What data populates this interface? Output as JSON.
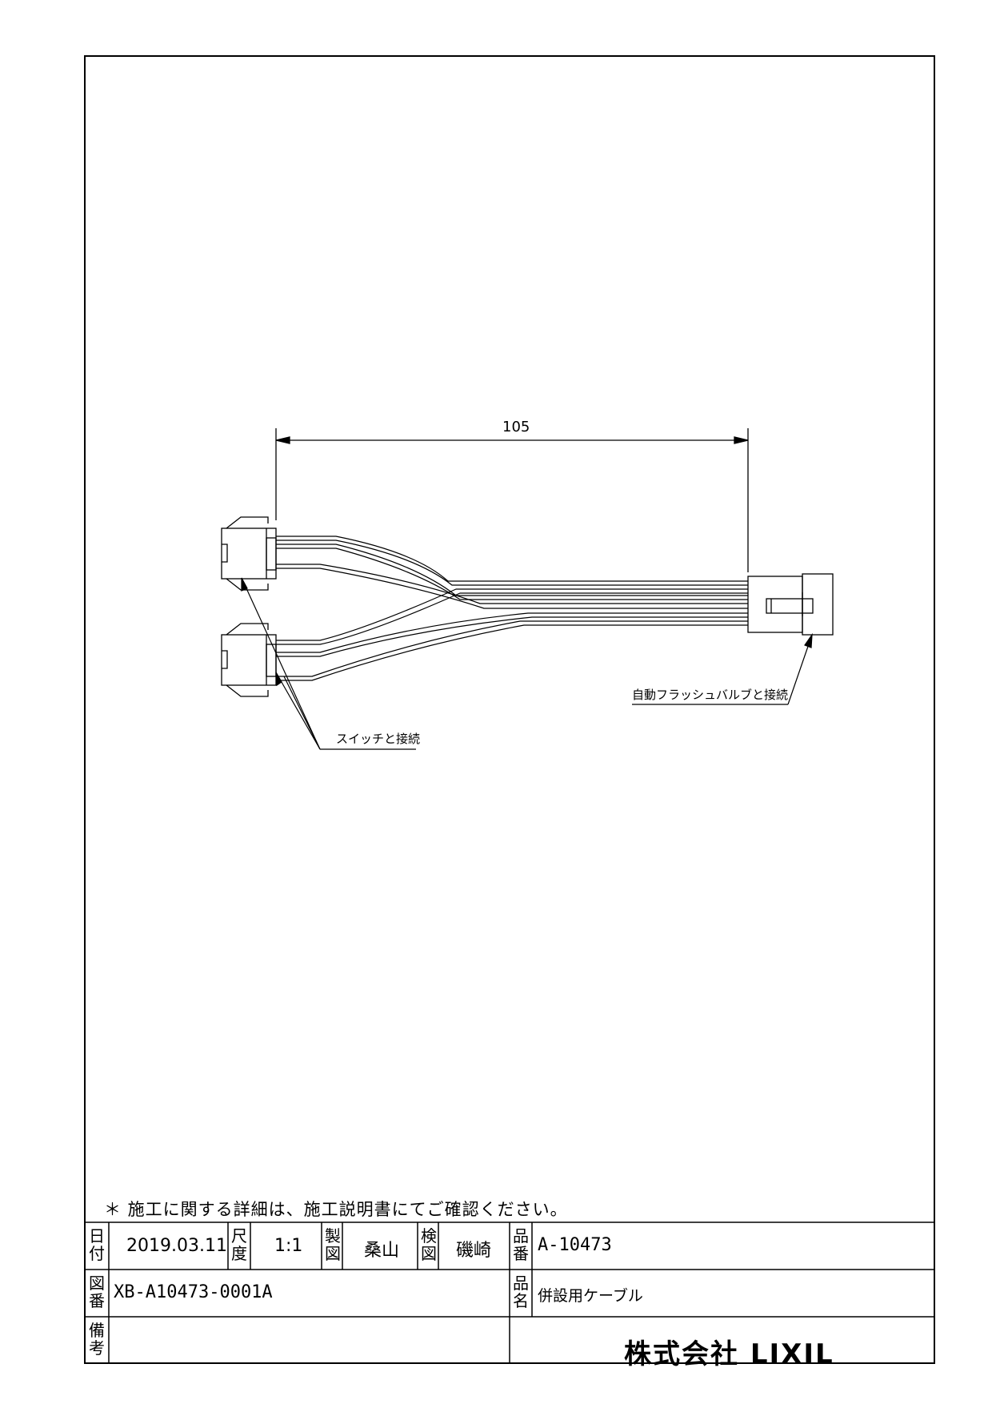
{
  "drawing": {
    "dimension": "105",
    "callout_switch": "スイッチと接続",
    "callout_valve": "自動フラッシュバルブと接続"
  },
  "note": "＊ 施工に関する詳細は、施工説明書にてご確認ください。",
  "title_block": {
    "date_label": "日付",
    "date_value": "2019.03.11",
    "scale_label": "尺度",
    "scale_value": "1:1",
    "drawn_label": "製図",
    "drawn_value": "桑山",
    "checked_label": "検図",
    "checked_value": "磯崎",
    "product_no_label": "品番",
    "product_no_value": "A-10473",
    "drawing_no_label": "図番",
    "drawing_no_value": "XB-A10473-0001A",
    "product_name_label": "品名",
    "product_name_value": "併設用ケーブル",
    "remarks_label": "備考",
    "company": "株式会社 LIXIL"
  }
}
